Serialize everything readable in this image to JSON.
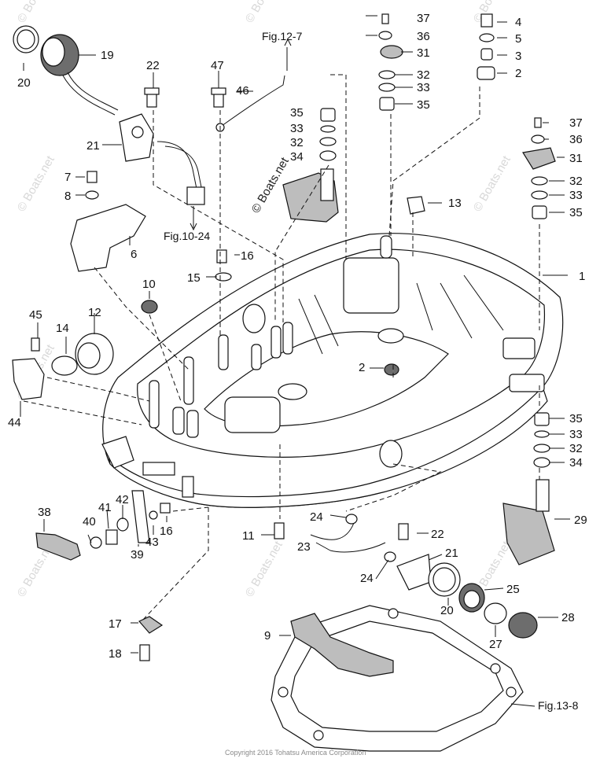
{
  "callouts": {
    "c1": "1",
    "c2a": "2",
    "c2b": "2",
    "c3": "3",
    "c4": "4",
    "c5": "5",
    "c6": "6",
    "c7": "7",
    "c8": "8",
    "c9": "9",
    "c10": "10",
    "c11": "11",
    "c12": "12",
    "c13": "13",
    "c14": "14",
    "c15": "15",
    "c16a": "16",
    "c16b": "16",
    "c17": "17",
    "c18": "18",
    "c19": "19",
    "c20a": "20",
    "c20b": "20",
    "c21a": "21",
    "c21b": "21",
    "c22a": "22",
    "c22b": "22",
    "c23": "23",
    "c24a": "24",
    "c24b": "24",
    "c25": "25",
    "c27": "27",
    "c28": "28",
    "c29": "29",
    "c31a": "31",
    "c31b": "31",
    "c32a": "32",
    "c32b": "32",
    "c32c": "32",
    "c32d": "32",
    "c33a": "33",
    "c33b": "33",
    "c33c": "33",
    "c33d": "33",
    "c34a": "34",
    "c34b": "34",
    "c35a": "35",
    "c35b": "35",
    "c35c": "35",
    "c35d": "35",
    "c36a": "36",
    "c36b": "36",
    "c37a": "37",
    "c37b": "37",
    "c38": "38",
    "c39": "39",
    "c40": "40",
    "c41": "41",
    "c42": "42",
    "c43": "43",
    "c44": "44",
    "c45": "45",
    "c46": "46",
    "c47": "47"
  },
  "refs": {
    "fig12_7": "Fig.12-7",
    "fig10_24": "Fig.10-24",
    "fig13_8": "Fig.13-8"
  },
  "watermark": {
    "text": "© Boats.net"
  },
  "copyright": "Copyright 2016 Tohatsu America Corporation"
}
